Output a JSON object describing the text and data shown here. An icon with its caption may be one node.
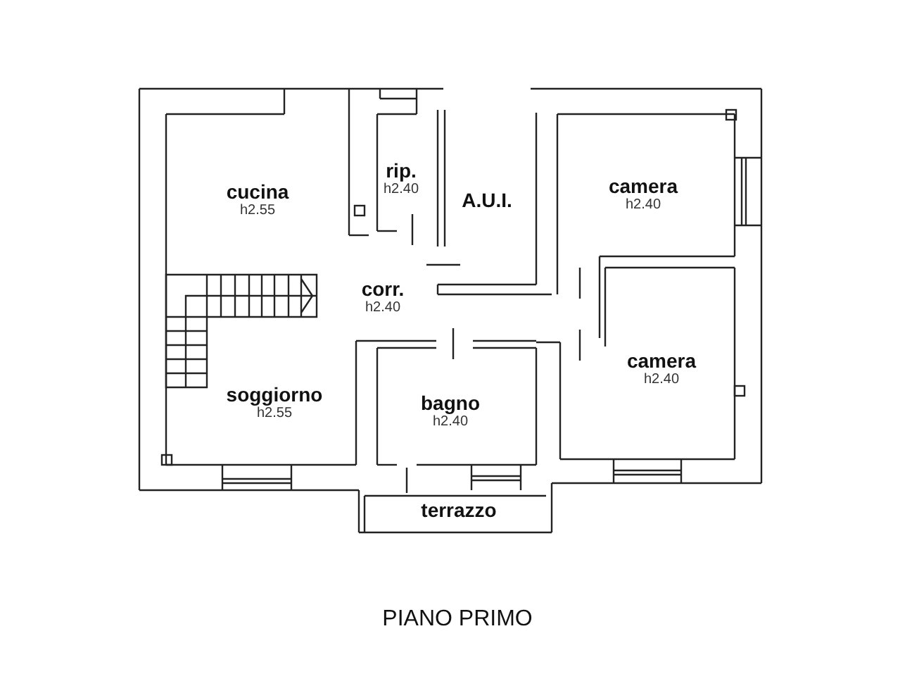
{
  "diagram": {
    "title": "PIANO PRIMO",
    "nodes": [
      {
        "text": [
          "cucina",
          "h2.55"
        ]
      },
      {
        "text": [
          "rip.",
          "h2.40"
        ]
      },
      {
        "text": [
          "A.U.I."
        ]
      },
      {
        "text": [
          "camera",
          "h2.40"
        ]
      },
      {
        "text": [
          "corr.",
          "h2.40"
        ]
      },
      {
        "text": [
          "camera",
          "h2.40"
        ]
      },
      {
        "text": [
          "soggiorno",
          "h2.55"
        ]
      },
      {
        "text": [
          "bagno",
          "h2.40"
        ]
      },
      {
        "text": [
          "terrazzo"
        ]
      }
    ]
  }
}
